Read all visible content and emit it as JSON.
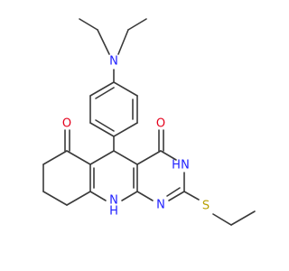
{
  "colors": {
    "bond": "#3a3a3a",
    "carbon": "#3a3a3a",
    "N": "#1f1fff",
    "O": "#e4001c",
    "S": "#b8a000",
    "background": "#ffffff"
  },
  "atoms": {
    "n_amine": {
      "text": "N",
      "element": "N"
    },
    "o_ketone": {
      "text": "O",
      "element": "O"
    },
    "o_lactam": {
      "text": "O",
      "element": "O"
    },
    "nh_ring": {
      "text": "H",
      "element": "N"
    },
    "nh_ring_n": {
      "text": "N",
      "element": "N"
    },
    "n_pyr": {
      "text": "N",
      "element": "N"
    },
    "nh_bottom_n": {
      "text": "N",
      "element": "N"
    },
    "nh_bottom_h": {
      "text": "H",
      "element": "N"
    },
    "s_thio": {
      "text": "S",
      "element": "S"
    }
  }
}
